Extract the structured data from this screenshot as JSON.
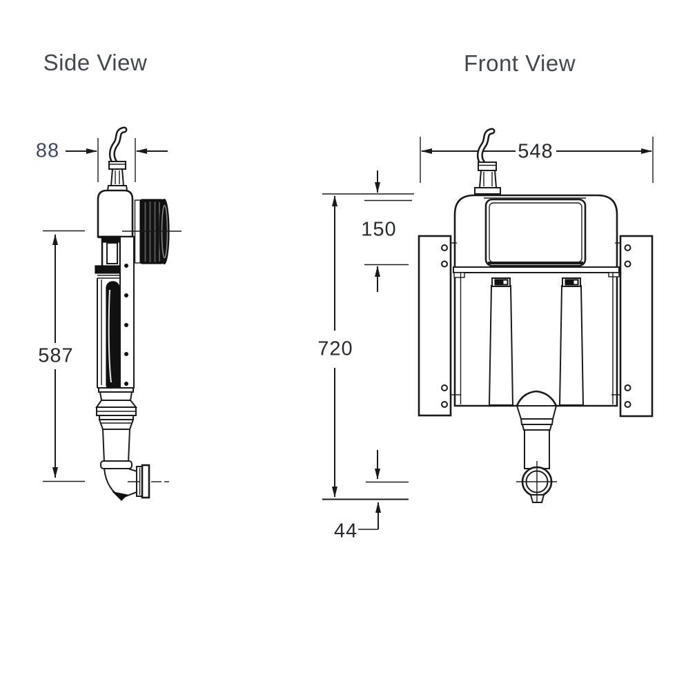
{
  "page": {
    "background_color": "#ffffff"
  },
  "drawing": {
    "line_color": "#1a1a1a",
    "dark_fill_color": "#111111",
    "title_color": "#43484e",
    "label_color": "#272a30",
    "accent_label_color": "#3e4a68"
  },
  "side_view": {
    "title": "Side View",
    "dimensions": {
      "top_width_mm": "88",
      "body_height_mm": "587"
    }
  },
  "front_view": {
    "title": "Front View",
    "dimensions": {
      "overall_width_mm": "548",
      "access_panel_height_mm": "150",
      "overall_height_mm": "720",
      "outlet_offset_mm": "44"
    }
  }
}
